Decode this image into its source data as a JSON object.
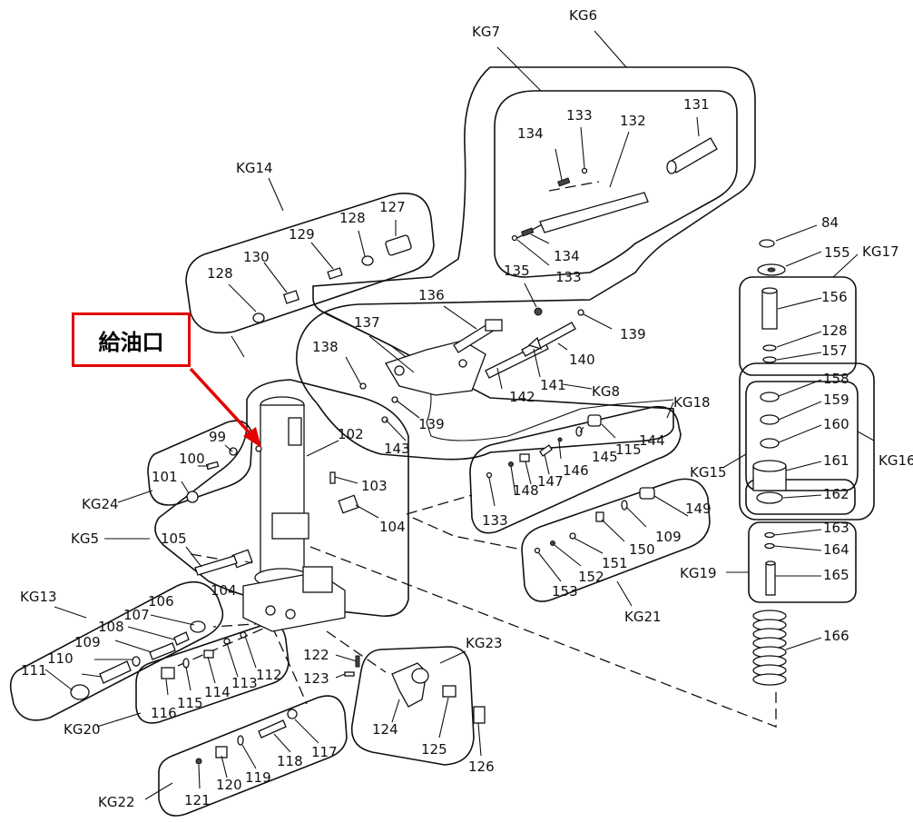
{
  "callout": {
    "text": "給油口",
    "color": "#e30000"
  },
  "groups": [
    "KG5",
    "KG6",
    "KG7",
    "KG8",
    "KG13",
    "KG14",
    "KG15",
    "KG16",
    "KG17",
    "KG18",
    "KG19",
    "KG20",
    "KG21",
    "KG22",
    "KG23",
    "KG24"
  ],
  "parts": [
    "84",
    "99",
    "100",
    "101",
    "102",
    "103",
    "104",
    "104",
    "105",
    "106",
    "107",
    "108",
    "109",
    "109",
    "110",
    "111",
    "112",
    "113",
    "114",
    "115",
    "115",
    "116",
    "117",
    "118",
    "119",
    "120",
    "121",
    "122",
    "123",
    "124",
    "125",
    "126",
    "127",
    "128",
    "128",
    "128",
    "129",
    "130",
    "131",
    "132",
    "133",
    "133",
    "133",
    "134",
    "134",
    "135",
    "136",
    "137",
    "138",
    "139",
    "139",
    "140",
    "141",
    "142",
    "143",
    "144",
    "145",
    "146",
    "147",
    "148",
    "149",
    "150",
    "151",
    "152",
    "153",
    "155",
    "156",
    "157",
    "158",
    "159",
    "160",
    "161",
    "162",
    "163",
    "164",
    "165",
    "166"
  ]
}
